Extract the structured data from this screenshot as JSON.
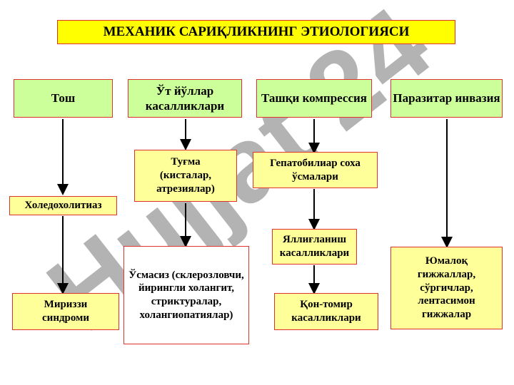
{
  "title": "МЕХАНИК САРИҚЛИКНИНГ ЭТИОЛОГИЯСИ",
  "watermark": "Hujjat 24",
  "columns": [
    {
      "header": "Тош",
      "items": [
        "Холедохолитиаз",
        "Мириззи синдроми"
      ]
    },
    {
      "header": "Ўт йўллар касалликлари",
      "items": [
        "Туғма (кисталар, атрезиялар)",
        "Ўсмасиз (склерозловчи, йирингли холангит, стриктуралар, холангиопатиялар)"
      ]
    },
    {
      "header": "Ташқи компрессия",
      "items": [
        "Гепатобилиар соха ўсмалари",
        "Яллиғланиш касалликлари",
        "Қон-томир касалликлари"
      ]
    },
    {
      "header": "Паразитар инвазия",
      "items": [
        "Юмалоқ гижжаллар, сўргичлар, лентасимон гижжалар"
      ]
    }
  ],
  "colors": {
    "title_bg": "#ffff00",
    "header_bg": "#ccff99",
    "item_bg": "#ffff99",
    "border": "#e0322c",
    "watermark_gray": "#9a9a9a",
    "watermark_purple": "#c8a8f0"
  }
}
